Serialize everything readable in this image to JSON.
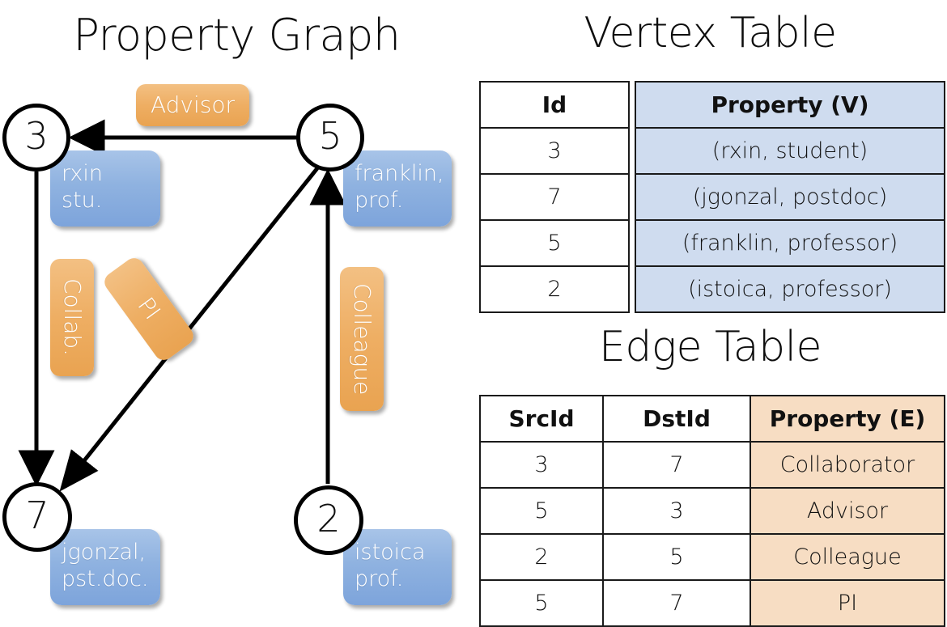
{
  "titles": {
    "property_graph": "Property Graph",
    "vertex_table": "Vertex Table",
    "edge_table": "Edge Table"
  },
  "graph": {
    "nodes": [
      {
        "id": "3",
        "property_line1": "rxin",
        "property_line2": "stu."
      },
      {
        "id": "5",
        "property_line1": "franklin,",
        "property_line2": "prof."
      },
      {
        "id": "7",
        "property_line1": "jgonzal,",
        "property_line2": "pst.doc."
      },
      {
        "id": "2",
        "property_line1": "istoica",
        "property_line2": "prof."
      }
    ],
    "edge_labels": [
      {
        "text": "Advisor",
        "orientation": "horizontal"
      },
      {
        "text": "Collab.",
        "orientation": "vertical"
      },
      {
        "text": "PI",
        "orientation": "rotated"
      },
      {
        "text": "Colleague",
        "orientation": "vertical"
      }
    ],
    "edges": [
      {
        "src": "5",
        "dst": "3",
        "label": "Advisor"
      },
      {
        "src": "3",
        "dst": "7",
        "label": "Collab."
      },
      {
        "src": "5",
        "dst": "7",
        "label": "PI"
      },
      {
        "src": "2",
        "dst": "5",
        "label": "Colleague"
      }
    ]
  },
  "vertex_table": {
    "columns": [
      "Id",
      "Property (V)"
    ],
    "rows": [
      {
        "id": "3",
        "property": "(rxin, student)"
      },
      {
        "id": "7",
        "property": "(jgonzal, postdoc)"
      },
      {
        "id": "5",
        "property": "(franklin, professor)"
      },
      {
        "id": "2",
        "property": "(istoica, professor)"
      }
    ]
  },
  "edge_table": {
    "columns": [
      "SrcId",
      "DstId",
      "Property (E)"
    ],
    "rows": [
      {
        "src": "3",
        "dst": "7",
        "property": "Collaborator"
      },
      {
        "src": "5",
        "dst": "3",
        "property": "Advisor"
      },
      {
        "src": "2",
        "dst": "5",
        "property": "Colleague"
      },
      {
        "src": "5",
        "dst": "7",
        "property": "PI"
      }
    ]
  },
  "colors": {
    "vertex_box": "#8fb2e0",
    "edge_label": "#eeae63",
    "vertex_property_cell": "#cfdcef",
    "edge_property_cell": "#f7ddc3",
    "stroke": "#000000",
    "background": "#ffffff"
  }
}
